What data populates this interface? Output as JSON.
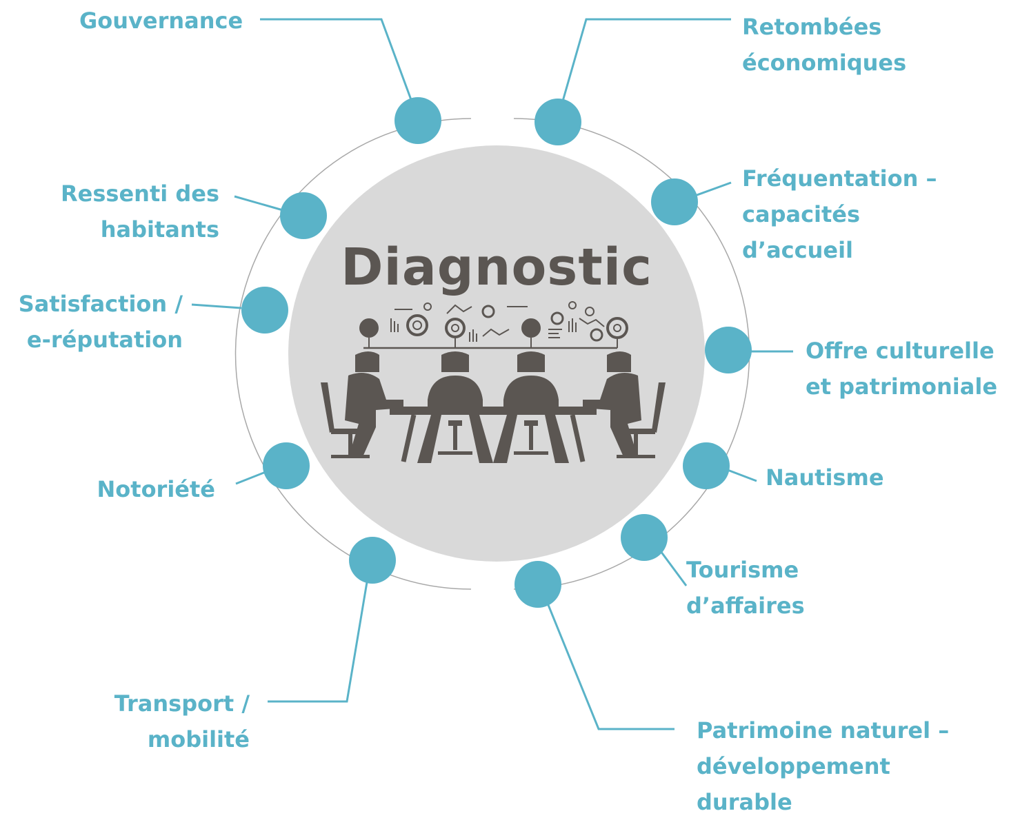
{
  "diagram": {
    "center_title": "Diagnostic",
    "colors": {
      "accent": "#5ab3c8",
      "center_fill": "#d9d9d9",
      "figure": "#5b5652",
      "ring": "#a8a8a8"
    },
    "center_icon": "meeting-table-icon",
    "nodes": [
      {
        "id": "gouvernance",
        "lines": [
          "Gouvernance"
        ]
      },
      {
        "id": "retombees",
        "lines": [
          "Retombées",
          "économiques"
        ]
      },
      {
        "id": "ressenti",
        "lines": [
          "Ressenti des",
          "habitants"
        ]
      },
      {
        "id": "frequentation",
        "lines": [
          "Fréquentation –",
          "capacités",
          "d’accueil"
        ]
      },
      {
        "id": "satisfaction",
        "lines": [
          "Satisfaction /",
          "e-réputation"
        ]
      },
      {
        "id": "offre",
        "lines": [
          "Offre culturelle",
          "et patrimoniale"
        ]
      },
      {
        "id": "notoriete",
        "lines": [
          "Notoriété"
        ]
      },
      {
        "id": "nautisme",
        "lines": [
          "Nautisme"
        ]
      },
      {
        "id": "tourisme",
        "lines": [
          "Tourisme",
          "d’affaires"
        ]
      },
      {
        "id": "transport",
        "lines": [
          "Transport /",
          "mobilité"
        ]
      },
      {
        "id": "patrimoine",
        "lines": [
          "Patrimoine naturel –",
          "développement",
          "durable"
        ]
      }
    ]
  }
}
